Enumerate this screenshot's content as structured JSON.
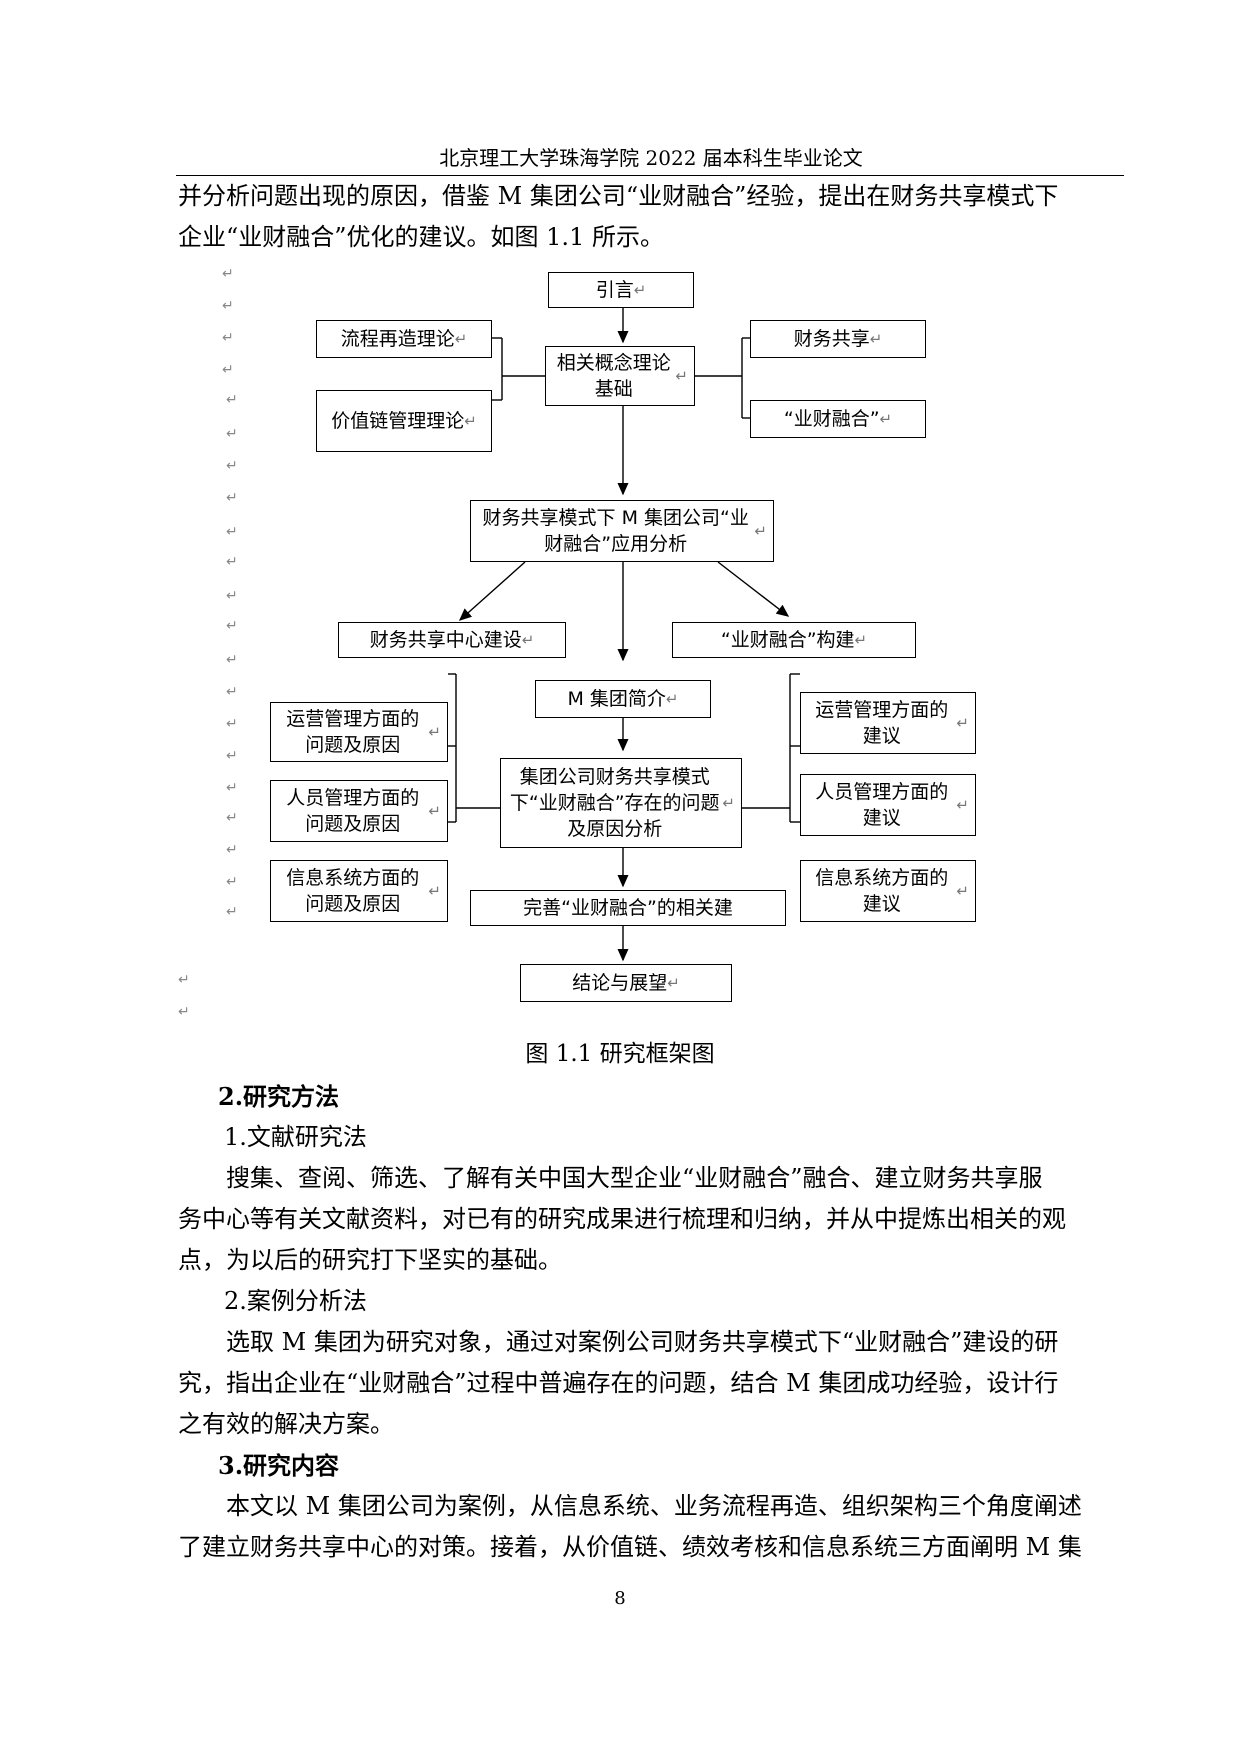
{
  "header": "北京理工大学珠海学院 2022 届本科生毕业论文",
  "intro_lines": [
    "并分析问题出现的原因，借鉴 M 集团公司“业财融合”经验，提出在财务共享模式下",
    "企业“业财融合”优化的建议。如图 1.1 所示。"
  ],
  "figure": {
    "return_mark": "↵",
    "boxes": {
      "intro": "引言",
      "process_theory": "流程再造理论",
      "value_chain_theory": "价值链管理理论",
      "concepts": "相关概念理论基础",
      "shared_finance": "财务共享",
      "ye_cai": "“业财融合”",
      "application": "财务共享模式下 M 集团公司“业财融合”应用分析",
      "center_build": "财务共享中心建设",
      "ye_cai_build": "“业财融合”构建",
      "m_intro": "M 集团简介",
      "ops_problem": "运营管理方面的问题及原因",
      "hr_problem": "人员管理方面的问题及原因",
      "is_problem": "信息系统方面的问题及原因",
      "analysis": "集团公司财务共享模式下“业财融合”存在的问题及原因分析",
      "ops_advice": "运营管理方面的建议",
      "hr_advice": "人员管理方面的建议",
      "is_advice": "信息系统方面的建议",
      "improve": "完善“业财融合”的相关建",
      "conclusion": "结论与展望"
    }
  },
  "caption": "图 1.1 研究框架图",
  "sections": {
    "methods_heading": "2.研究方法",
    "lit_heading": "1.文献研究法",
    "lit_lines": [
      "搜集、查阅、筛选、了解有关中国大型企业“业财融合”融合、建立财务共享服",
      "务中心等有关文献资料，对已有的研究成果进行梳理和归纳，并从中提炼出相关的观",
      "点，为以后的研究打下坚实的基础。"
    ],
    "case_heading": "2.案例分析法",
    "case_lines": [
      "选取 M 集团为研究对象，通过对案例公司财务共享模式下“业财融合”建设的研",
      "究，指出企业在“业财融合”过程中普遍存在的问题，结合 M 集团成功经验，设计行",
      "之有效的解决方案。"
    ],
    "content_heading": "3.研究内容",
    "content_lines": [
      "本文以 M 集团公司为案例，从信息系统、业务流程再造、组织架构三个角度阐述",
      "了建立财务共享中心的对策。接着，从价值链、绩效考核和信息系统三方面阐明 M 集"
    ]
  },
  "page_number": "8"
}
